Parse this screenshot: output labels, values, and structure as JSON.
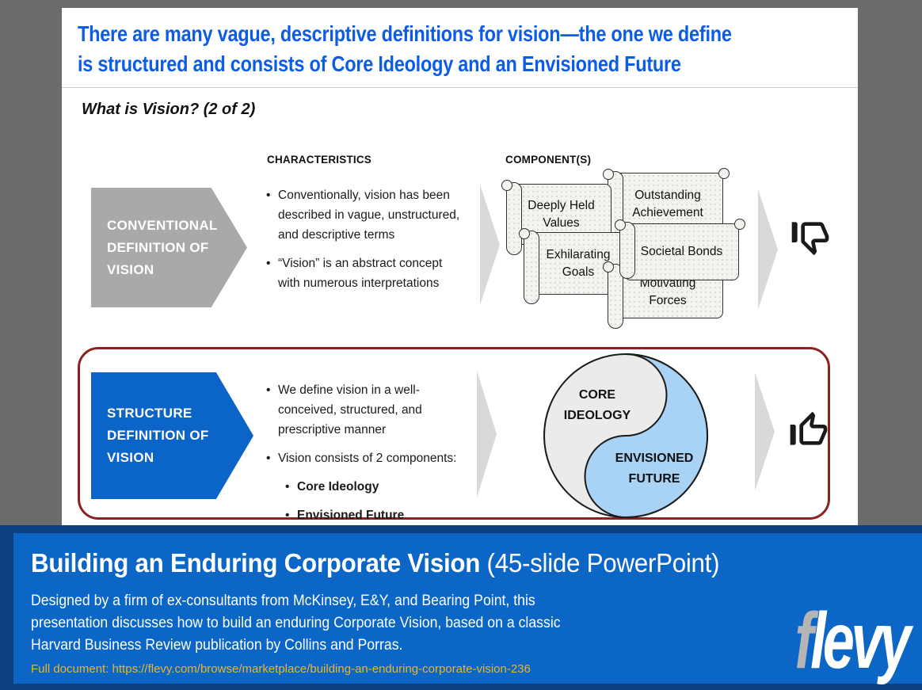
{
  "slide": {
    "title": "There are many vague, descriptive definitions for vision—the one we define\nis structured and consists of Core Ideology and an Envisioned Future",
    "subtitle": "What is Vision? (2 of 2)",
    "bullet_char": "•",
    "column_headers": [
      "CHARACTERISTICS",
      "COMPONENT(S)"
    ],
    "rows": [
      {
        "id": "conventional",
        "arrow_label": "CONVENTIONAL\nDEFINITION OF\nVISION",
        "bullets": [
          "Conventionally, vision has been\ndescribed in vague, unstructured,\nand descriptive terms",
          "“Vision” is an abstract concept\nwith numerous interpretations"
        ],
        "scrolls": [
          "Deeply Held\nValues",
          "Outstanding\nAchievement",
          "Exhilarating\nGoals",
          "Societal Bonds",
          "Motivating\nForces"
        ],
        "verdict_icon": "thumbs-down-icon"
      },
      {
        "id": "structure",
        "arrow_label": "STRUCTURE\nDEFINITION OF\nVISION",
        "bullets": [
          "We define vision in a well-\nconceived, structured, and\nprescriptive manner",
          "Vision consists of 2 components:"
        ],
        "sub_bullets": [
          "Core Ideology",
          "Envisioned Future"
        ],
        "yin_yang": {
          "left_label": "CORE\nIDEOLOGY",
          "right_label": "ENVISIONED\nFUTURE"
        },
        "verdict_icon": "thumbs-up-icon"
      }
    ]
  },
  "banner": {
    "title": "Building an Enduring Corporate Vision",
    "title_suffix": " (45-slide PowerPoint)",
    "description": "Designed by a firm of ex-consultants from McKinsey, E&Y, and Bearing Point, this\npresentation discusses how to build an enduring Corporate Vision, based on a classic\nHarvard Business Review publication by Collins and Porras.",
    "full_document": "Full document: https://flevy.com/browse/marketplace/building-an-enduring-corporate-vision-236",
    "logo_f": "f",
    "logo_rest": "levy"
  },
  "colors": {
    "page_bg": "#6b6b6b",
    "slide_bg": "#ffffff",
    "title_blue": "#0d5ce8",
    "gray_arrow": "#a9a9a9",
    "chevron_gray": "#d9d9d9",
    "blue_arrow": "#0b64c8",
    "highlight_red": "#8c2121",
    "scroll_fill": "#f3f3ef",
    "scroll_border": "#2f2f2f",
    "yin_gray": "#ebebe9",
    "yin_blue": "#a9d3f5",
    "banner_outer": "#0b4080",
    "banner_inner": "#0b66c6",
    "link_gold": "#edb52a",
    "logo_f_gray": "#b5b5b5",
    "text_dark": "#1a1a1a"
  }
}
